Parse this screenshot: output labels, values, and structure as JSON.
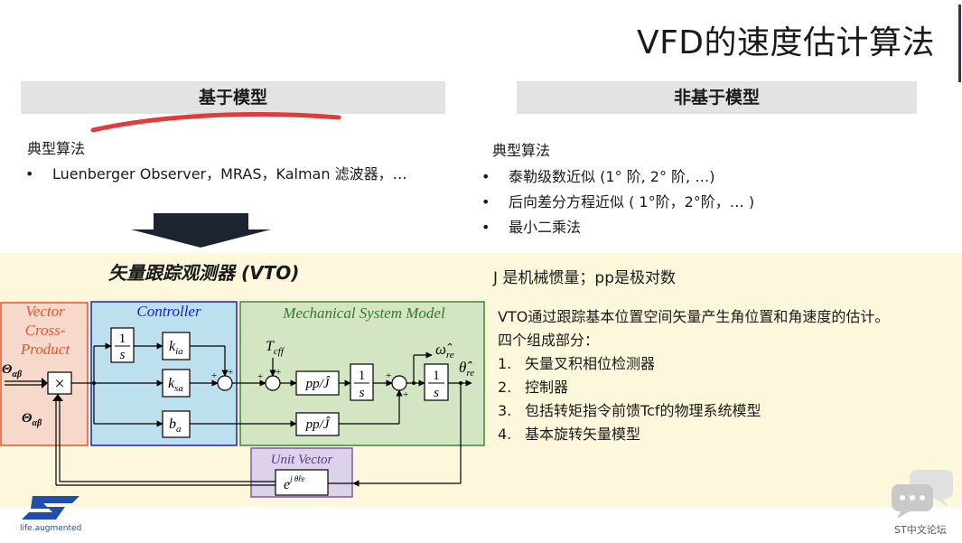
{
  "slide": {
    "title": "VFD的速度估计算法",
    "left_header": "基于模型",
    "right_header": "非基于模型",
    "left_sub": "典型算法",
    "left_items": [
      "Luenberger Observer，MRAS，Kalman 滤波器，…"
    ],
    "right_sub": "典型算法",
    "right_items": [
      "泰勒级数近似 (1° 阶, 2° 阶, …)",
      "后向差分方程近似 ( 1°阶，2°阶，… )",
      "最小二乘法"
    ],
    "vto_title": "矢量跟踪观测器 (VTO)",
    "j_note": "J 是机械惯量；pp是极对数",
    "vto_desc_line1": "VTO通过跟踪基本位置空间矢量产生角位置和角速度的估计。",
    "vto_desc_line2": "四个组成部分：",
    "components": [
      {
        "n": "1.",
        "text": "矢量叉积相位检测器"
      },
      {
        "n": "2.",
        "text": "控制器"
      },
      {
        "n": "3.",
        "text": "包括转矩指令前馈Tcf的物理系统模型"
      },
      {
        "n": "4.",
        "text": "基本旋转矢量模型"
      }
    ]
  },
  "diagram": {
    "vcp_title": [
      "Vector",
      "Cross-",
      "Product"
    ],
    "controller_title": "Controller",
    "msm_title": "Mechanical System Model",
    "unit_vector_title": "Unit Vector",
    "theta_ab": "Θ",
    "theta_ab_sub": "αβ",
    "theta_ab_hat": "Θ",
    "theta_ab_hat_sub": "αβ",
    "cross": "×",
    "int_num": "1",
    "int_den": "s",
    "k_ia": "k",
    "k_ia_sub": "ia",
    "k_sa": "k",
    "k_sa_sub": "sa",
    "b_a": "b",
    "b_a_sub": "a",
    "pp_j": "pp/Ĵ",
    "t_cff": "T",
    "t_cff_sub": "cff",
    "omega_re": "ω̂",
    "omega_re_sub": "re",
    "theta_re": "θ̂",
    "theta_re_sub": "re",
    "exp_e": "e",
    "exp_sup": "j θ̂re",
    "plus": "+"
  },
  "footer": {
    "logo_text": "ST",
    "tagline": "life.augmented",
    "forum_label": "ST中文论坛"
  },
  "colors": {
    "vcp_fill": "#f7d9cc",
    "vcp_border": "#e2552d",
    "controller_fill": "#bde0ee",
    "controller_border": "#1d1dcc",
    "msm_fill": "#d3e5c2",
    "msm_border": "#3a8a2e",
    "unit_fill": "#dcd3ea",
    "unit_border": "#7a5aa8",
    "band": "#fdf8dc",
    "logo_blue": "#1f4fa8",
    "marker_red": "#e33b3b"
  }
}
